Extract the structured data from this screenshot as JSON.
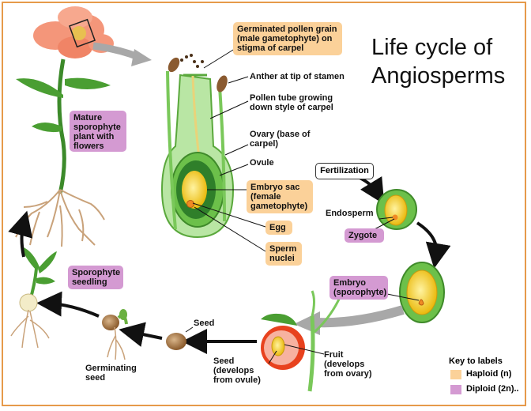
{
  "title_line1": "Life cycle of",
  "title_line2": "Angiosperms",
  "labels": {
    "germinated_pollen": "Germinated pollen grain (male gametophyte) on stigma of carpel",
    "anther": "Anther at tip of stamen",
    "pollen_tube": "Pollen tube growing down style of carpel",
    "ovary": "Ovary (base of carpel)",
    "ovule": "Ovule",
    "embryo_sac": "Embryo sac (female gametophyte)",
    "egg": "Egg",
    "sperm": "Sperm nuclei",
    "fertilization": "Fertilization",
    "endosperm": "Endosperm",
    "zygote": "Zygote",
    "embryo": "Embryo (sporophyte)",
    "fruit": "Fruit (develops from ovary)",
    "seed_develops": "Seed (develops from ovule)",
    "seed": "Seed",
    "germinating_seed": "Germinating seed",
    "sporophyte_seedling": "Sporophyte seedling",
    "mature_sporophyte": "Mature sporophyte plant with flowers"
  },
  "key": {
    "title": "Key to labels",
    "haploid": "Haploid (n)",
    "diploid": "Diploid (2n)..",
    "haploid_color": "#fbd199",
    "diploid_color": "#d49ad2"
  }
}
